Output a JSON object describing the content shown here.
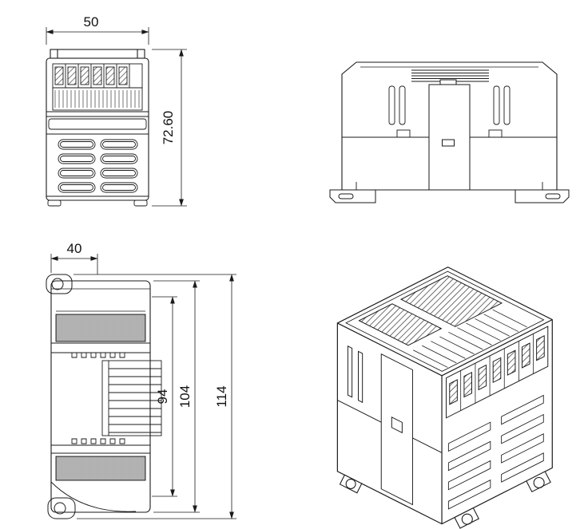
{
  "colors": {
    "line": "#1a1a1a",
    "background": "#ffffff"
  },
  "drawing": {
    "front_view": {
      "width_label": "50",
      "height_label": "72.60"
    },
    "side_view": {
      "width_label": "40",
      "body_height_label": "94",
      "mid_height_label": "104",
      "overall_height_label": "114"
    }
  }
}
